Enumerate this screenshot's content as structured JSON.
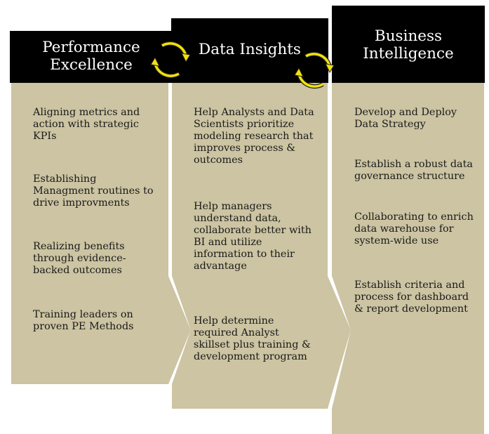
{
  "colors": {
    "header_bg": "#000000",
    "panel_bg": "#ccc4a2",
    "header_text": "#ffffff",
    "body_text": "#1a1a1a",
    "cycle_arrow": "#f2e20a"
  },
  "columns": [
    {
      "title": "Performance\nExcellence",
      "items": [
        "Aligning metrics and\naction with strategic\nKPIs",
        "Establishing\nManagment routines to\ndrive improvments",
        "Realizing benefits\nthrough evidence-\nbacked outcomes",
        "Training leaders on\nproven PE Methods"
      ]
    },
    {
      "title": "Data Insights",
      "items": [
        "Help Analysts and Data\nScientists prioritize\nmodeling research that\nimproves process &\noutcomes",
        "Help managers\nunderstand data,\ncollaborate better with\nBI and utilize\ninformation to their\nadvantage",
        "Help determine\nrequired Analyst\nskillset plus training &\ndevelopment program"
      ]
    },
    {
      "title": "Business\nIntelligence",
      "items": [
        "Develop and Deploy\nData Strategy",
        "Establish a robust data\ngovernance structure",
        "Collaborating to enrich\ndata warehouse for\nsystem-wide use",
        "Establish criteria and\nprocess for dashboard\n& report development"
      ]
    }
  ],
  "connectors": [
    {
      "icon": "cycle-arrows-icon"
    },
    {
      "icon": "cycle-arrows-icon"
    }
  ]
}
